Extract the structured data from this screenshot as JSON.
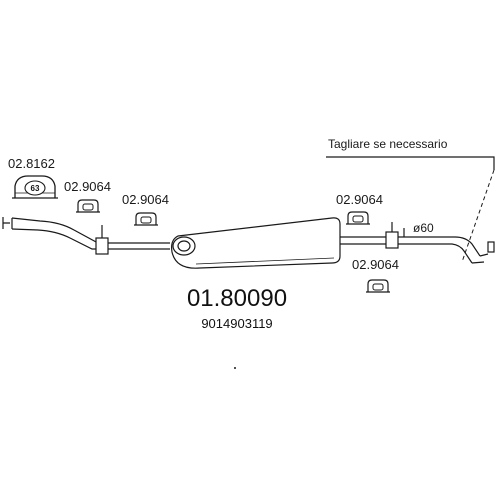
{
  "product": {
    "code": "01.80090",
    "oem_code": "9014903119"
  },
  "parts": {
    "clamp": {
      "code": "02.8162",
      "size": "63"
    },
    "hanger_1": {
      "code": "02.9064"
    },
    "hanger_2": {
      "code": "02.9064"
    },
    "hanger_3": {
      "code": "02.9064"
    },
    "hanger_4": {
      "code": "02.9064"
    }
  },
  "cut_note": "Tagliare se necessario",
  "diameter": "ø60",
  "colors": {
    "line": "#1a1a1a",
    "background": "#ffffff"
  }
}
